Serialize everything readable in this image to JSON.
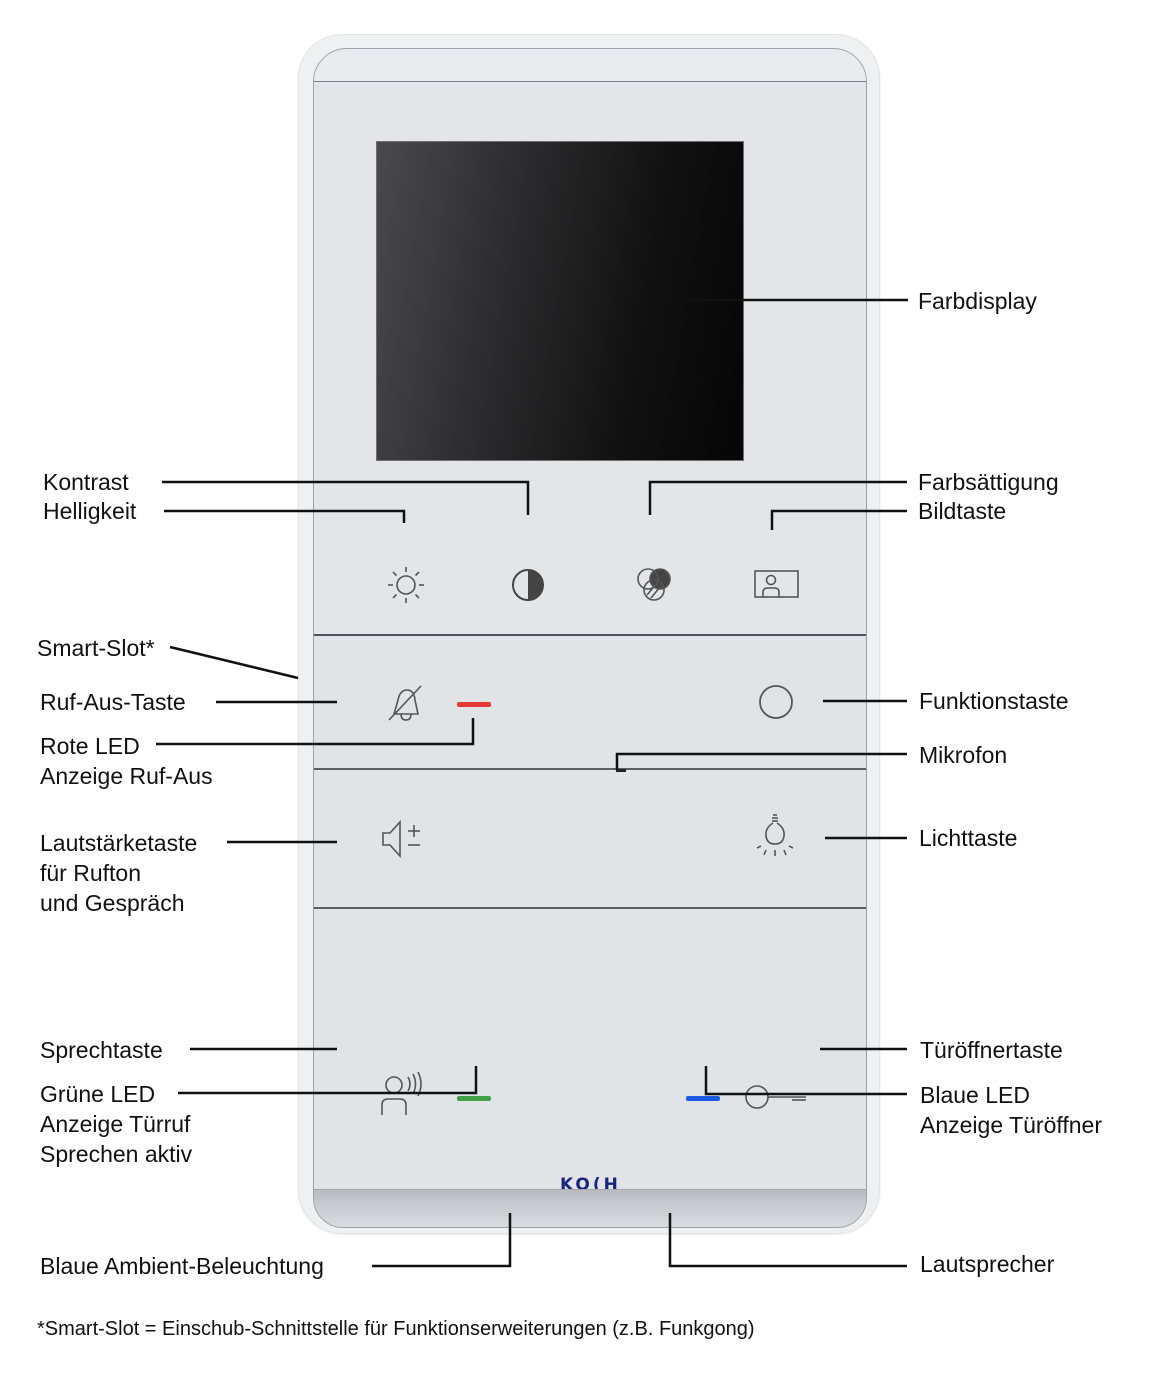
{
  "device": {
    "brand_logo": "KO(H",
    "led_colors": {
      "red": "#e53935",
      "green": "#43a047",
      "blue": "#1e5ae8"
    },
    "icons": {
      "brightness": "sun-icon",
      "contrast": "contrast-half-circle-icon",
      "saturation": "color-circles-icon",
      "image": "picture-person-icon",
      "mute": "bell-off-icon",
      "function": "circle-icon",
      "volume": "speaker-plus-minus-icon",
      "light": "light-bulb-icon",
      "talk": "person-speaking-icon",
      "door_opener": "key-icon"
    }
  },
  "labels": {
    "left": {
      "kontrast": "Kontrast",
      "helligkeit": "Helligkeit",
      "smart_slot": "Smart-Slot*",
      "ruf_aus": "Ruf-Aus-Taste",
      "rote_led": [
        "Rote LED",
        "Anzeige Ruf-Aus"
      ],
      "lautstaerke": [
        "Lautstärketaste",
        "für Rufton",
        "und Gespräch"
      ],
      "sprechtaste": "Sprechtaste",
      "gruene_led": [
        "Grüne LED",
        "Anzeige Türruf",
        "Sprechen aktiv"
      ],
      "ambient": "Blaue Ambient-Beleuchtung"
    },
    "right": {
      "farbdisplay": "Farbdisplay",
      "farbsaettigung": "Farbsättigung",
      "bildtaste": "Bildtaste",
      "funktionstaste": "Funktionstaste",
      "mikrofon": "Mikrofon",
      "lichttaste": "Lichttaste",
      "tueroeffnertaste": "Türöffnertaste",
      "blaue_led": [
        "Blaue LED",
        "Anzeige Türöffner"
      ],
      "lautsprecher": "Lautsprecher"
    }
  },
  "footnote": "*Smart-Slot = Einschub-Schnittstelle für Funktionserweiterungen (z.B. Funkgong)"
}
